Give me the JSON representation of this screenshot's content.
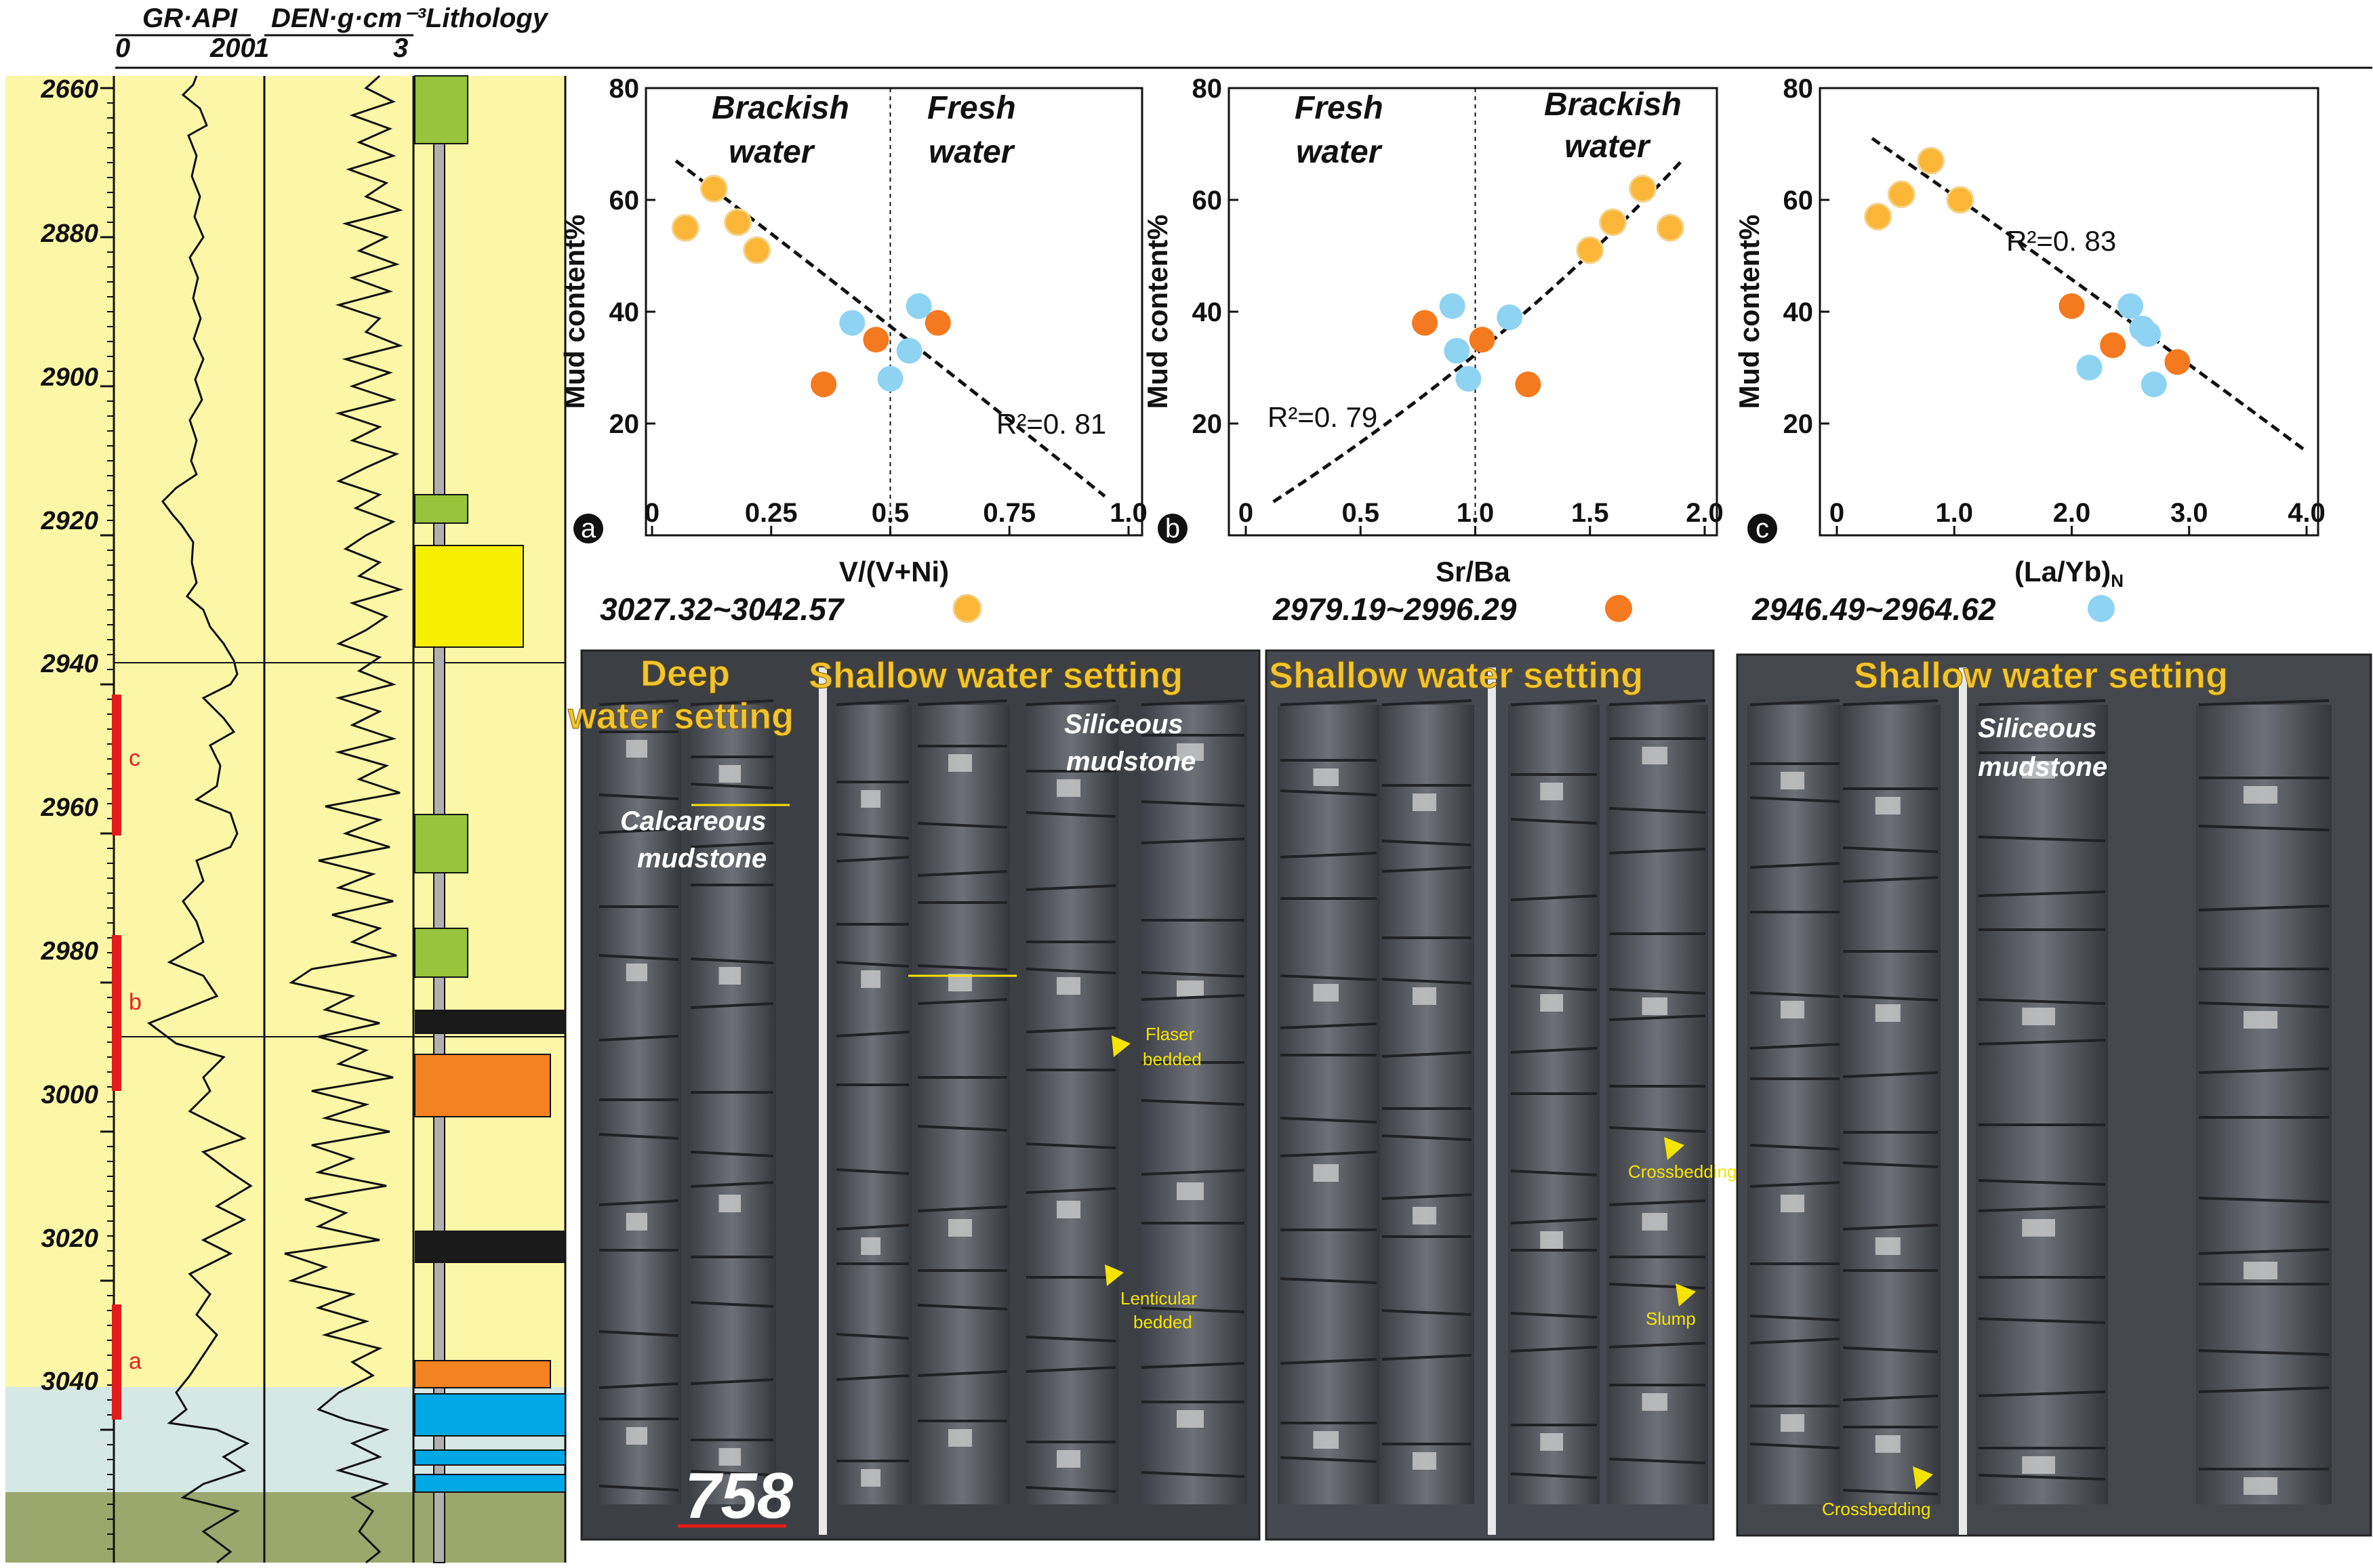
{
  "log_panel": {
    "headers": {
      "gr": "GR·API",
      "gr_min": "0",
      "gr_max": "200",
      "den": "DEN·g·cm⁻³",
      "den_min": "1",
      "den_max": "3",
      "lith": "Lithology"
    },
    "depth_labels": [
      "2660",
      "2880",
      "2900",
      "2920",
      "2940",
      "2960",
      "2980",
      "3000",
      "3020",
      "3040"
    ],
    "interval_labels": [
      "c",
      "b",
      "a"
    ],
    "colors": {
      "lake_zone": "#fbf7a7",
      "lower_zone": "#d6e8e4",
      "base_zone": "#9ba76c",
      "interval_bar": "#e31b1b",
      "lith_green": "#96c43c",
      "lith_yellow": "#f8ee00",
      "lith_black": "#1a1a1a",
      "lith_orange": "#f58220",
      "lith_blue": "#00a9e6",
      "lith_axis": "#b0b0b0"
    }
  },
  "scatter_panels": {
    "y_label": "Mud content%",
    "y_ticks": [
      "20",
      "40",
      "60",
      "80"
    ],
    "panels": [
      {
        "letter": "a",
        "x_label": "V/(V+Ni)",
        "x_ticks": [
          "0",
          "0.25",
          "0.5",
          "0.75",
          "1.0"
        ],
        "zones": [
          "Brackish",
          "water",
          "Fresh",
          "water"
        ],
        "r2": "R²=0. 81"
      },
      {
        "letter": "b",
        "x_label": "Sr/Ba",
        "x_ticks": [
          "0",
          "0.5",
          "1.0",
          "1.5",
          "2.0"
        ],
        "zones": [
          "Fresh",
          "water",
          "Brackish",
          "water"
        ],
        "r2": "R²=0. 79"
      },
      {
        "letter": "c",
        "x_label": "(La/Yb)N",
        "x_ticks": [
          "0",
          "1.0",
          "2.0",
          "3.0",
          "4.0"
        ],
        "zones": [],
        "r2": "R²=0. 83"
      }
    ]
  },
  "legend": [
    {
      "label": "3027.32~3042.57",
      "color": "#fbb637"
    },
    {
      "label": "2979.19~2996.29",
      "color": "#f4791f"
    },
    {
      "label": "2946.49~2964.62",
      "color": "#8fd3f3"
    }
  ],
  "photos": {
    "titles": [
      "Deep",
      "water setting",
      "Shallow water setting",
      "Shallow water setting",
      "Shallow water setting"
    ],
    "notes": [
      "Calcareous",
      "mudstone",
      "Siliceous",
      "mudstone",
      "Siliceous",
      "mudstone"
    ],
    "annotations": [
      "Flaser",
      "bedded",
      "Lenticular",
      "bedded",
      "Crossbedding",
      "Slump",
      "Crossbedding"
    ],
    "core_number": "758"
  },
  "chart_data": [
    {
      "type": "scatter",
      "title": "a",
      "xlabel": "V/(V+Ni)",
      "ylabel": "Mud content%",
      "xlim": [
        0,
        1.0
      ],
      "ylim": [
        0,
        80
      ],
      "divider_x": 0.5,
      "series": [
        {
          "name": "3027.32~3042.57",
          "color": "#fbb637",
          "x": [
            0.07,
            0.13,
            0.18,
            0.22
          ],
          "y": [
            55,
            62,
            56,
            51
          ]
        },
        {
          "name": "2979.19~2996.29",
          "color": "#f4791f",
          "x": [
            0.36,
            0.47,
            0.6
          ],
          "y": [
            27,
            35,
            38
          ]
        },
        {
          "name": "2946.49~2964.62",
          "color": "#8fd3f3",
          "x": [
            0.42,
            0.5,
            0.54,
            0.56
          ],
          "y": [
            38,
            28,
            33,
            41
          ]
        }
      ],
      "trend": {
        "r2": 0.81,
        "x": [
          0.05,
          0.95
        ],
        "y": [
          67,
          7
        ]
      }
    },
    {
      "type": "scatter",
      "title": "b",
      "xlabel": "Sr/Ba",
      "ylabel": "Mud content%",
      "xlim": [
        0,
        2.0
      ],
      "ylim": [
        0,
        80
      ],
      "divider_x": 1.0,
      "series": [
        {
          "name": "3027.32~3042.57",
          "color": "#fbb637",
          "x": [
            1.5,
            1.6,
            1.73,
            1.85
          ],
          "y": [
            51,
            56,
            62,
            55
          ]
        },
        {
          "name": "2979.19~2996.29",
          "color": "#f4791f",
          "x": [
            0.78,
            1.03,
            1.23
          ],
          "y": [
            38,
            35,
            27
          ]
        },
        {
          "name": "2946.49~2964.62",
          "color": "#8fd3f3",
          "x": [
            0.9,
            0.92,
            0.97,
            1.15
          ],
          "y": [
            41,
            33,
            28,
            39
          ]
        }
      ],
      "trend": {
        "r2": 0.79,
        "x": [
          0.12,
          1.9
        ],
        "y": [
          6,
          67
        ]
      }
    },
    {
      "type": "scatter",
      "title": "c",
      "xlabel": "(La/Yb)N",
      "ylabel": "Mud content%",
      "xlim": [
        0,
        4.0
      ],
      "ylim": [
        0,
        80
      ],
      "series": [
        {
          "name": "3027.32~3042.57",
          "color": "#fbb637",
          "x": [
            0.35,
            0.55,
            0.8,
            1.05
          ],
          "y": [
            57,
            61,
            67,
            60
          ]
        },
        {
          "name": "2979.19~2996.29",
          "color": "#f4791f",
          "x": [
            2.0,
            2.35,
            2.9
          ],
          "y": [
            41,
            34,
            31
          ]
        },
        {
          "name": "2946.49~2964.62",
          "color": "#8fd3f3",
          "x": [
            2.15,
            2.5,
            2.6,
            2.65,
            2.7
          ],
          "y": [
            30,
            41,
            37,
            36,
            27
          ]
        }
      ],
      "trend": {
        "r2": 0.83,
        "x": [
          0.3,
          4.0
        ],
        "y": [
          71,
          15
        ]
      }
    }
  ]
}
